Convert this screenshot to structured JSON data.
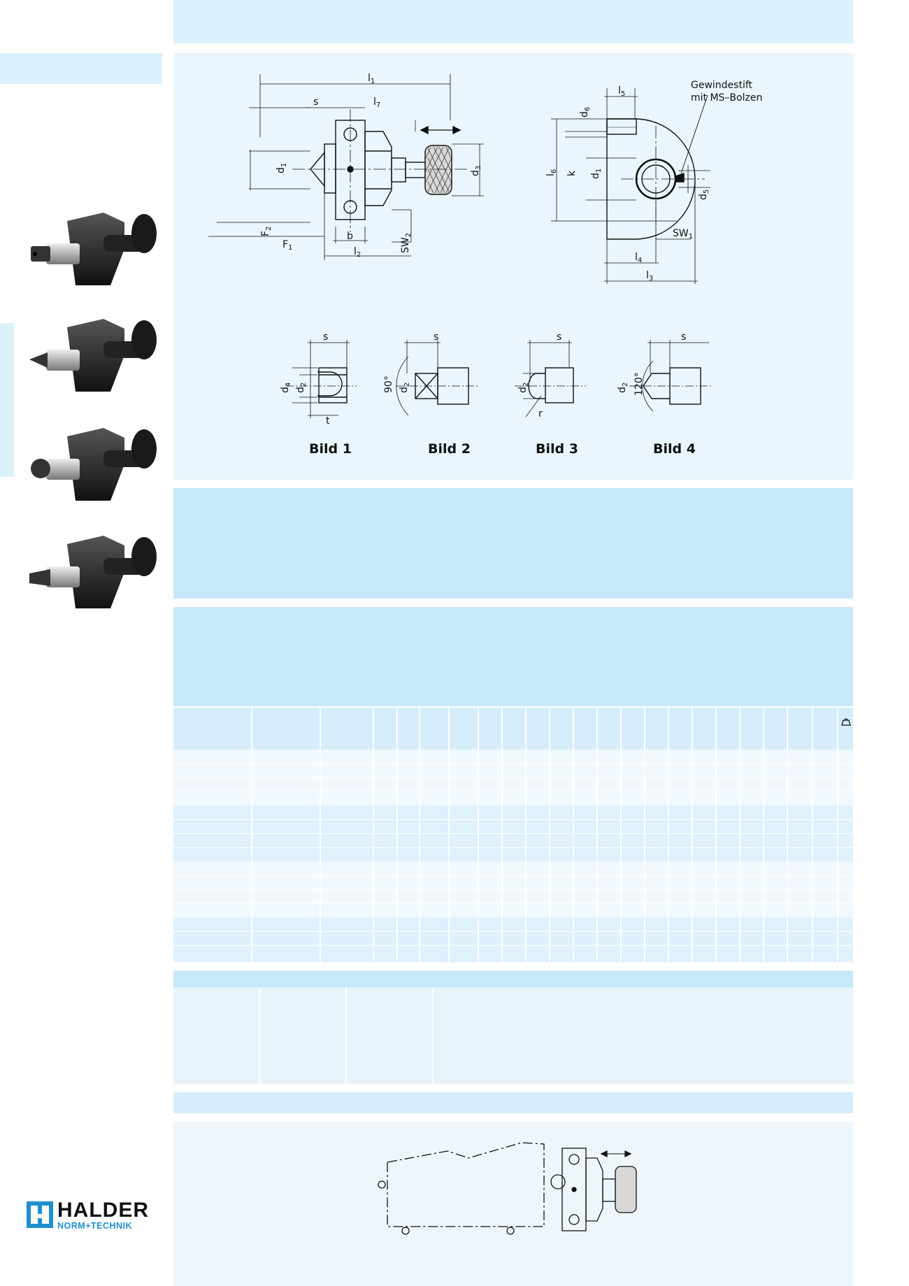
{
  "drawing_main": {
    "labels": {
      "l1": "l",
      "l1_sub": "1",
      "s": "s",
      "l7": "l",
      "l7_sub": "7",
      "d1": "d",
      "d1_sub": "1",
      "d3": "d",
      "d3_sub": "3",
      "F2": "F",
      "F2_sub": "2",
      "F1": "F",
      "F1_sub": "1",
      "b": "b",
      "l2": "l",
      "l2_sub": "2",
      "SW2": "SW",
      "SW2_sub": "2"
    }
  },
  "drawing_side": {
    "note_line1": "Gewindestift",
    "note_line2": "mit MS–Bolzen",
    "labels": {
      "l5": "l",
      "l5_sub": "5",
      "d6": "d",
      "d6_sub": "6",
      "l6": "l",
      "l6_sub": "6",
      "k": "k",
      "d1": "d",
      "d1_sub": "1",
      "d5": "d",
      "d5_sub": "5",
      "SW1": "SW",
      "SW1_sub": "1",
      "l4": "l",
      "l4_sub": "4",
      "l3": "l",
      "l3_sub": "3"
    }
  },
  "details": [
    {
      "caption": "Bild 1",
      "labels": [
        "s",
        "d",
        "2",
        "d",
        "4",
        "t"
      ]
    },
    {
      "caption": "Bild 2",
      "labels": [
        "s",
        "90°",
        "d",
        "2"
      ]
    },
    {
      "caption": "Bild 3",
      "labels": [
        "s",
        "d",
        "2",
        "r"
      ]
    },
    {
      "caption": "Bild 4",
      "labels": [
        "s",
        "d",
        "2",
        "120°"
      ]
    }
  ],
  "table": {
    "header_icon": "weight-icon",
    "row_groups": 4,
    "rows_per_group": 4
  },
  "logo": {
    "name": "HALDER",
    "tagline": "NORM+TECHNIK",
    "color": "#1f8fd0"
  },
  "colors": {
    "pale_band": "#eaf5fd",
    "mid_band": "#dcf0fc",
    "strong_band": "#c7e8fb",
    "brand": "#1f8fd0"
  }
}
